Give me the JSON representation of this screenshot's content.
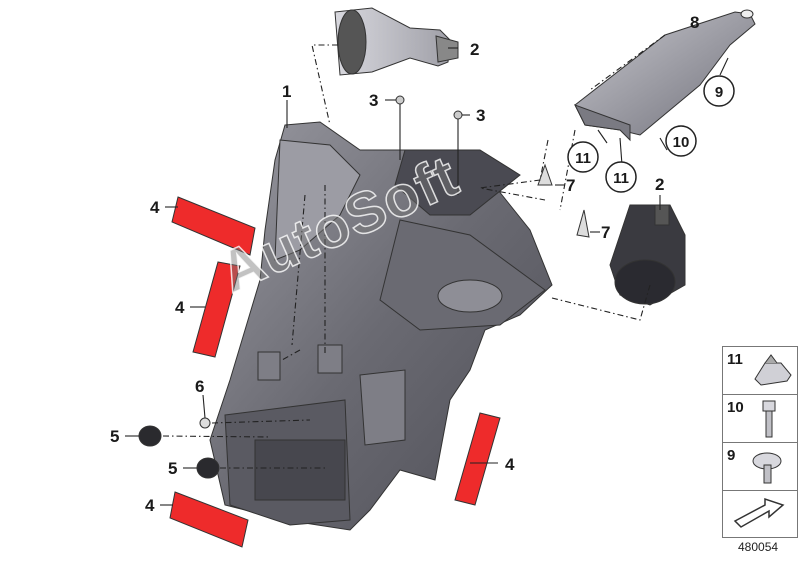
{
  "diagram": {
    "part_number": "480054",
    "watermark": "AutoSoft",
    "colors": {
      "reflector": "#ee2b2b",
      "housing_dark": "#5e5e66",
      "housing_mid": "#8a8a92",
      "housing_light": "#c4c4ca"
    },
    "callouts": {
      "c1": "1",
      "c2a": "2",
      "c2b": "2",
      "c3a": "3",
      "c3b": "3",
      "c4a": "4",
      "c4b": "4",
      "c4c": "4",
      "c4d": "4",
      "c5a": "5",
      "c5b": "5",
      "c6": "6",
      "c7a": "7",
      "c7b": "7",
      "c8": "8",
      "c9": "9",
      "c10": "10",
      "c11a": "11",
      "c11b": "11"
    },
    "legend": [
      {
        "number": "11",
        "icon": "clip-nut-icon"
      },
      {
        "number": "10",
        "icon": "allen-screw-icon"
      },
      {
        "number": "9",
        "icon": "flange-screw-icon"
      },
      {
        "number": "",
        "icon": "arrow-icon"
      }
    ]
  }
}
